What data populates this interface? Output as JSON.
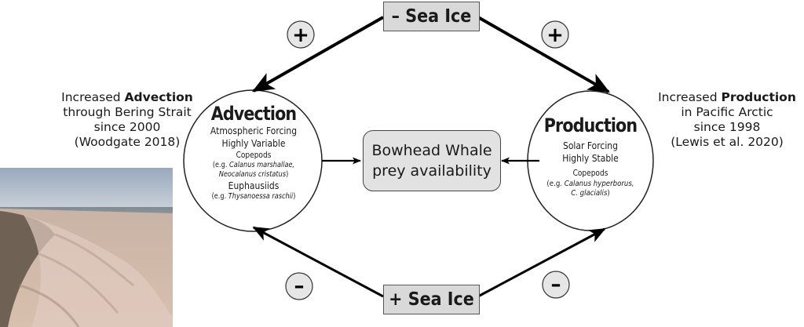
{
  "sea_ice_minus": "– Sea Ice",
  "sea_ice_plus": "+ Sea Ice",
  "signs": {
    "top_left": "+",
    "top_right": "+",
    "bottom_left": "–",
    "bottom_right": "–"
  },
  "left_note": {
    "line1_pre": "Increased ",
    "line1_bold": "Advection",
    "line2": "through Bering Strait",
    "line3": "since 2000",
    "line4": "(Woodgate  2018)"
  },
  "right_note": {
    "line1_pre": "Increased ",
    "line1_bold": "Production",
    "line2": "in Pacific Arctic",
    "line3": "since 1998",
    "line4": "(Lewis et al.  2020)"
  },
  "advection": {
    "title": "Advection",
    "line1": "Atmospheric Forcing",
    "line2": "Highly Variable",
    "copepods_label": "Copepods",
    "copepods_eg": "(e.g. ",
    "copepods_species1": "Calanus marshallae,",
    "copepods_species2": "Neocalanus cristatus",
    "copepods_close": ")",
    "euphausiids_label": "Euphausiids",
    "euph_eg": "(e.g. ",
    "euph_species": "Thysanoessa raschii",
    "euph_close": ")"
  },
  "production": {
    "title": "Production",
    "line1": "Solar Forcing",
    "line2": "Highly Stable",
    "copepods_label": "Copepods",
    "copepods_eg": "(e.g. ",
    "copepods_species1": "Calanus hyperborus,",
    "copepods_species2": "C. glacialis",
    "copepods_close": ")"
  },
  "center": {
    "line1": "Bowhead Whale",
    "line2": "prey availability"
  },
  "colors": {
    "box_fill": "#d9d9d9",
    "center_fill": "#e2e2e2",
    "sign_fill": "#e6e6e6",
    "arrow": "#000000"
  }
}
